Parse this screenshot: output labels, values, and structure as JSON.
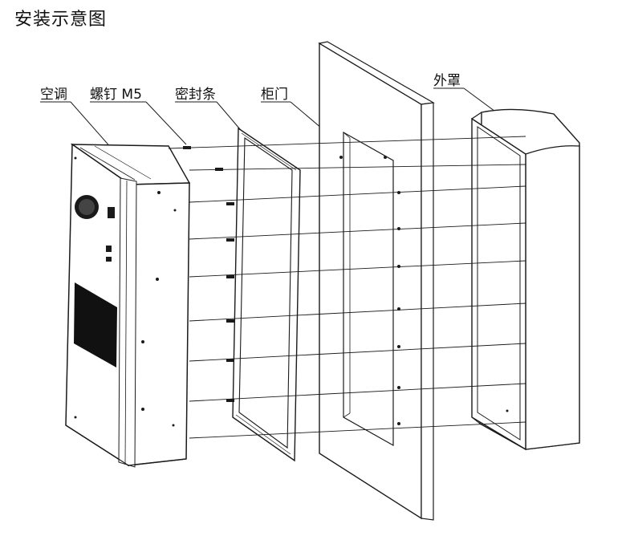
{
  "title": "安装示意图",
  "labels": {
    "aircon": "空调",
    "screw": "螺钉 M5",
    "gasket": "密封条",
    "door": "柜门",
    "cover": "外罩"
  },
  "colors": {
    "line": "#1a1a1a",
    "fill": "#ffffff",
    "grille": "#111111"
  }
}
